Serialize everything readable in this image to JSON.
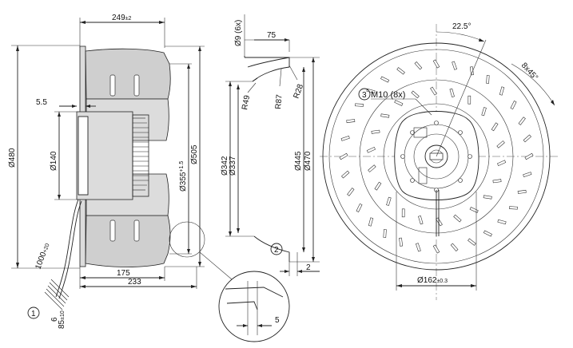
{
  "left_view": {
    "overall_height": "Ø480",
    "width_top": "249",
    "width_top_tol": "±2",
    "offset": "5.5",
    "motor_dia": "Ø140",
    "inlet_dia": "Ø355",
    "inlet_dia_tol": "+1.5",
    "outer_dia": "Ø505",
    "width_175": "175",
    "width_233": "233",
    "cable_length": "1000",
    "cable_length_tol": "+20",
    "dim_6": "6",
    "dim_85": "85",
    "dim_85_tol": "±10",
    "callout_1": "1"
  },
  "middle_view": {
    "hole": "Ø9 (6x)",
    "dim_75": "75",
    "r49": "R49",
    "r87": "R87",
    "r28": "R28",
    "d342": "Ø342",
    "d337": "Ø337",
    "d445": "Ø445",
    "d470": "Ø470",
    "dim_2": "2",
    "dim_5": "5",
    "callout_2": "2"
  },
  "right_view": {
    "angle_22": "22.5°",
    "angle_8x45": "8x45°",
    "callout_3": "3",
    "thread": "M10 (8x)",
    "hub_dia": "Ø162",
    "hub_dia_tol": "±0.3"
  }
}
